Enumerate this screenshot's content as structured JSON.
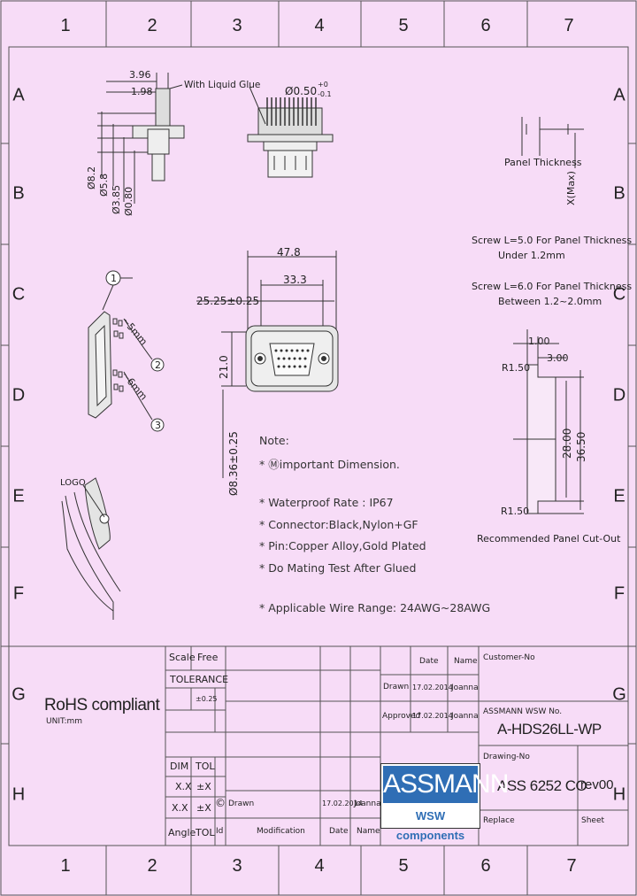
{
  "frame": {
    "columns": [
      "1",
      "2",
      "3",
      "4",
      "5",
      "6",
      "7"
    ],
    "rows": [
      "A",
      "B",
      "C",
      "D",
      "E",
      "F",
      "G",
      "H"
    ]
  },
  "side_view": {
    "dim_396": "3.96",
    "dim_198": "1.98",
    "glue_label": "With Liquid Glue",
    "diameters": [
      "Ø8.2",
      "Ø5.8",
      "Ø3.85",
      "Ø0.80"
    ]
  },
  "front_side": {
    "pin_dim_main": "Ø0.50",
    "pin_dim_upper": "+0",
    "pin_dim_lower": "-0.1"
  },
  "panel_side": {
    "label": "Panel Thickness",
    "max_label": "X(Max)"
  },
  "screw_notes": {
    "line1a": "Screw L=5.0 For Panel Thickness",
    "line1b": "Under 1.2mm",
    "line2a": "Screw L=6.0 For Panel Thickness",
    "line2b": "Between 1.2~2.0mm"
  },
  "front_view": {
    "width_outer": "47.8",
    "width_inner": "33.3",
    "hole_pitch": "25.25±0.25",
    "height": "21.0",
    "bottom_dim": "Ø8.36±0.25"
  },
  "callouts": {
    "c1": "1",
    "c2": "2",
    "c3": "3",
    "len1": "~5mm",
    "len2": "~6mm"
  },
  "cutout": {
    "dim_100": "1.00",
    "dim_300": "3.00",
    "r_top": "R1.50",
    "r_bottom": "R1.50",
    "h_inner": "28.00",
    "h_outer": "36.50",
    "caption": "Recommended Panel Cut-Out"
  },
  "notes": {
    "title": "Note:",
    "items": [
      "* Ⓜimportant Dimension.",
      "* Waterproof Rate : IP67",
      "* Connector:Black,Nylon+GF",
      "* Pin:Copper Alloy,Gold Plated",
      "* Do Mating Test After Glued",
      "* Applicable Wire Range: 24AWG~28AWG"
    ]
  },
  "logo_label": "LOGO",
  "rohs": {
    "title": "RoHS compliant",
    "unit": "UNIT:mm"
  },
  "title_block": {
    "scale": "Scale",
    "free": "Free",
    "tolerance": "TOLERANCE",
    "tol_value": "±0.25",
    "dim": "DIM",
    "tol": "TOL",
    "x1": "X.X",
    "x1v": "±X",
    "x2": "X.X",
    "x2v": "±X",
    "angle": "Angle",
    "tol2": "TOL",
    "id": "Id",
    "modification": "Modification",
    "date_h": "Date",
    "name_h": "Name",
    "drawn_label": "Drawn",
    "drawn_date": "17.02.2014",
    "drawn_name": "Joanna",
    "approved_label": "Approved",
    "approved_date": "17.02.2014",
    "approved_name": "Joanna",
    "drawn2_label": "Drawn",
    "drawn2_date": "17.02.2014",
    "drawn2_name": "Joanna",
    "date2_h": "Date",
    "name2_h": "Name",
    "customer_no": "Customer-No",
    "assmann_no_label": "ASSMANN WSW No.",
    "part_no": "A-HDS26LL-WP",
    "drawing_no_label": "Drawing-No",
    "drawing_no": "ASS 6252 CO",
    "rev": "rev00",
    "replace": "Replace",
    "sheet": "Sheet",
    "copyright": "©"
  },
  "logo": {
    "brand": "ASSMANN",
    "sub": "WSW components"
  }
}
